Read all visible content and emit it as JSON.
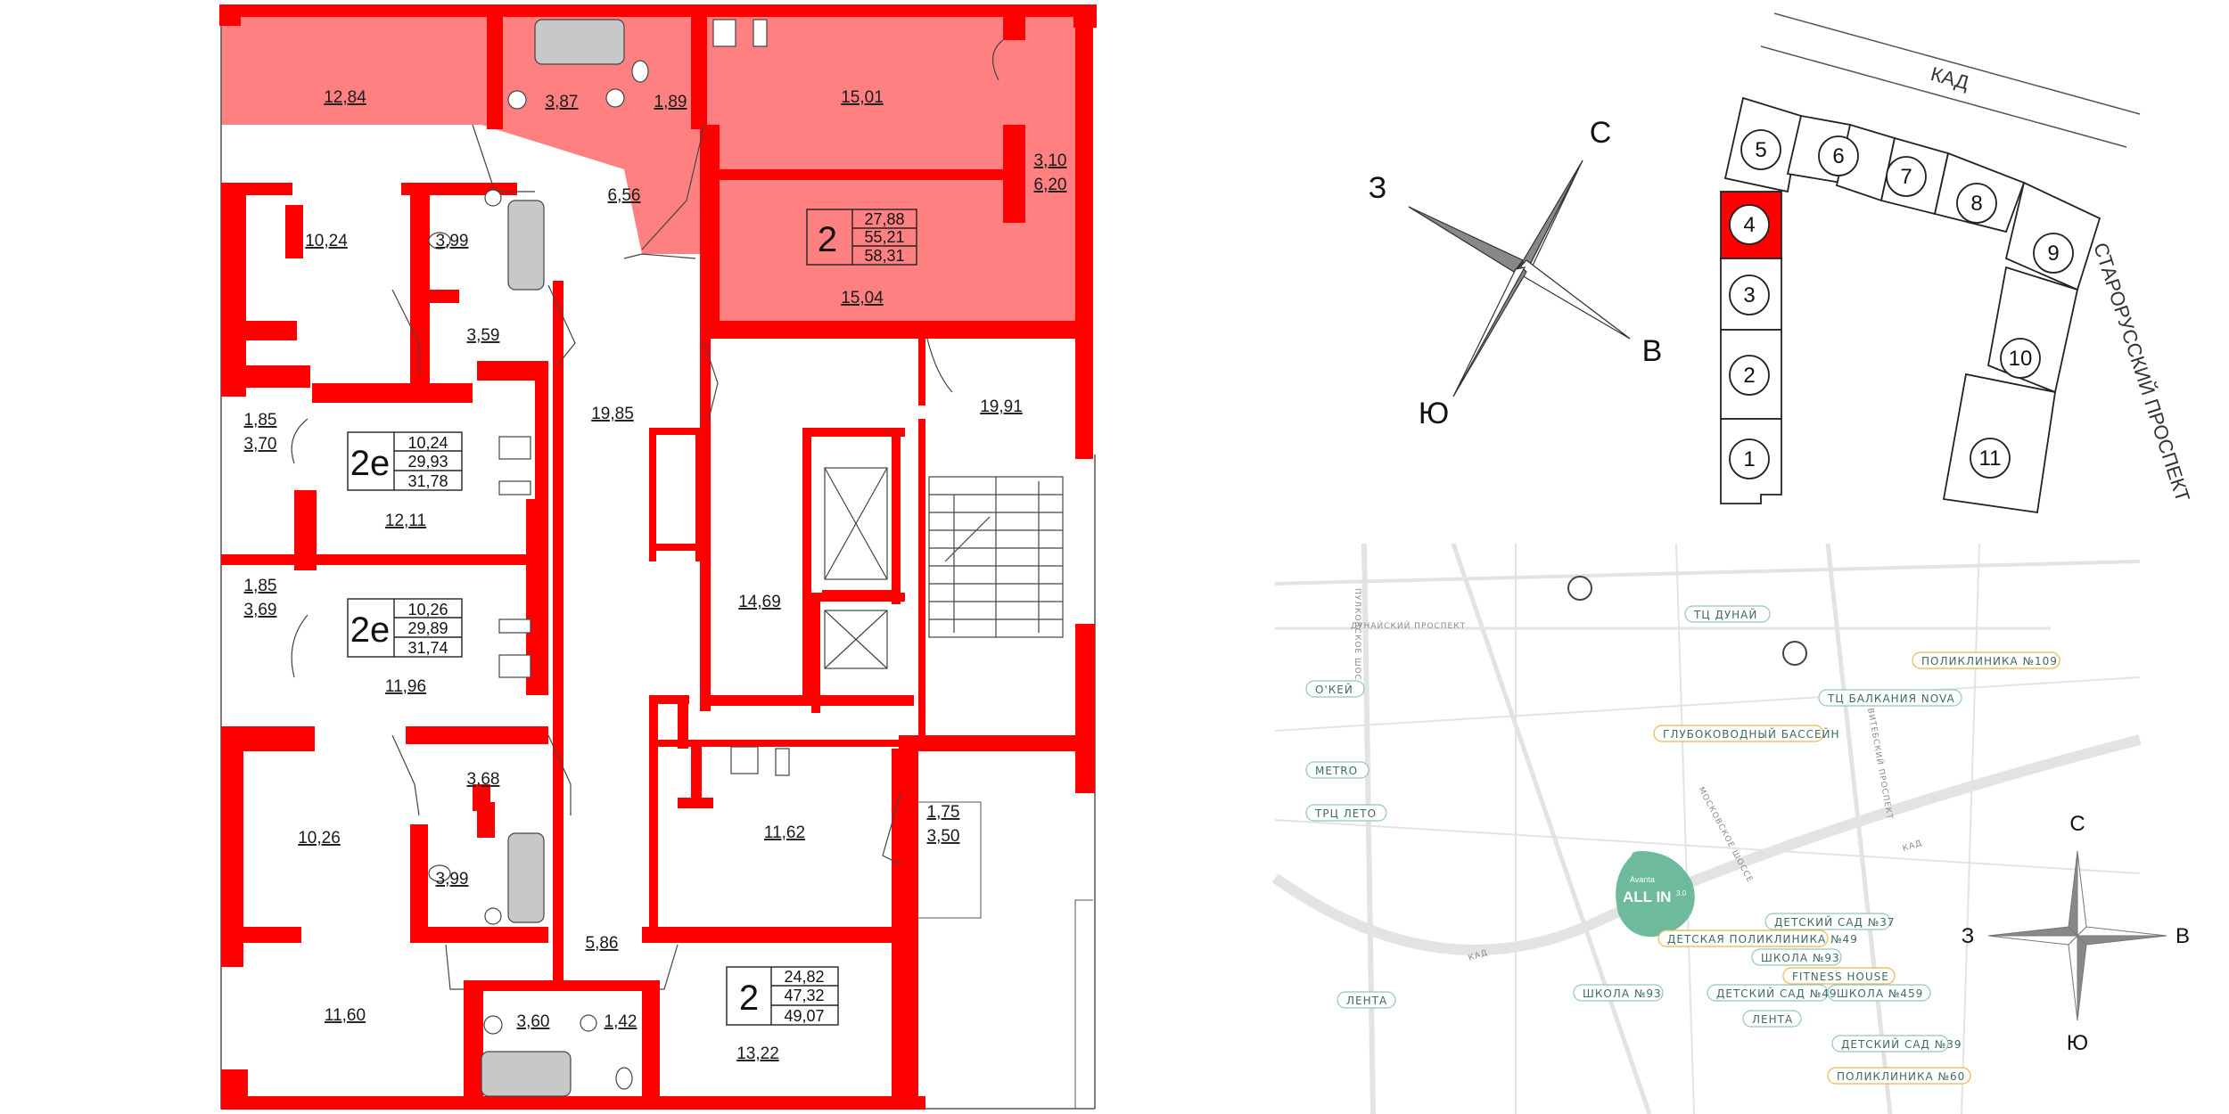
{
  "plan": {
    "rooms": [
      {
        "id": "r1",
        "label": "12,84"
      },
      {
        "id": "r2",
        "label": "3,87"
      },
      {
        "id": "r3",
        "label": "1,89"
      },
      {
        "id": "r4",
        "label": "15,01"
      },
      {
        "id": "r5",
        "label": "6,56"
      },
      {
        "id": "r6",
        "label": "3,10"
      },
      {
        "id": "r7",
        "label": "6,20"
      },
      {
        "id": "r8",
        "label": "15,04"
      },
      {
        "id": "r9",
        "label": "10,24"
      },
      {
        "id": "r10",
        "label": "3,99"
      },
      {
        "id": "r11",
        "label": "3,59"
      },
      {
        "id": "r12",
        "label": "19,85"
      },
      {
        "id": "r13",
        "label": "19,91"
      },
      {
        "id": "r14",
        "label": "1,85"
      },
      {
        "id": "r15",
        "label": "3,70"
      },
      {
        "id": "r16",
        "label": "12,11"
      },
      {
        "id": "r17",
        "label": "14,69"
      },
      {
        "id": "r18",
        "label": "1,85"
      },
      {
        "id": "r19",
        "label": "3,69"
      },
      {
        "id": "r20",
        "label": "11,96"
      },
      {
        "id": "r21",
        "label": "3,68"
      },
      {
        "id": "r22",
        "label": "11,62"
      },
      {
        "id": "r23",
        "label": "1,75"
      },
      {
        "id": "r24",
        "label": "3,50"
      },
      {
        "id": "r25",
        "label": "10,26"
      },
      {
        "id": "r26",
        "label": "3,99"
      },
      {
        "id": "r27",
        "label": "5,86"
      },
      {
        "id": "r28",
        "label": "3,60"
      },
      {
        "id": "r29",
        "label": "1,42"
      },
      {
        "id": "r30",
        "label": "11,60"
      },
      {
        "id": "r31",
        "label": "13,22"
      }
    ],
    "apartments": [
      {
        "id": "a1",
        "type": "2",
        "living": "27,88",
        "total": "55,21",
        "full": "58,31",
        "highlighted": true
      },
      {
        "id": "a2",
        "type": "2е",
        "living": "10,24",
        "total": "29,93",
        "full": "31,78",
        "highlighted": false
      },
      {
        "id": "a3",
        "type": "2е",
        "living": "10,26",
        "total": "29,89",
        "full": "31,74",
        "highlighted": false
      },
      {
        "id": "a4",
        "type": "2",
        "living": "24,82",
        "total": "47,32",
        "full": "49,07",
        "highlighted": false
      }
    ]
  },
  "compass_top": {
    "north": "С",
    "west": "З",
    "east": "В",
    "south": "Ю"
  },
  "site": {
    "road_top": "КАД",
    "road_side": "СТАРОРУССКИЙ ПРОСПЕКТ",
    "sections": [
      "1",
      "2",
      "3",
      "4",
      "5",
      "6",
      "7",
      "8",
      "9",
      "10",
      "11"
    ],
    "selected_section": "4"
  },
  "map": {
    "streets": [
      "ДУНАЙСКИЙ ПРОСПЕКТ",
      "ПУЛКОВСКОЕ ШОССЕ",
      "МОСКОВСКОЕ ШОССЕ",
      "ВИТЕБСКИЙ ПРОСПЕКТ",
      "КАД",
      "КАД"
    ],
    "places": [
      "ТЦ ДУНАЙ",
      "ПОЛИКЛИНИКА №109",
      "ТЦ БАЛКАНИЯ NOVA",
      "О'КЕЙ",
      "ГЛУБОКОВОДНЫЙ БАССЕЙН",
      "METRO",
      "ТРЦ ЛЕТО",
      "ДЕТСКИЙ САД №37",
      "ДЕТСКАЯ ПОЛИКЛИНИКА №49",
      "ШКОЛА №93",
      "FITNESS HOUSE",
      "ШКОЛА №93",
      "ДЕТСКИЙ САД №49",
      "ШКОЛА №459",
      "ЛЕНТА",
      "ЛЕНТА",
      "ДЕТСКИЙ САД №39",
      "ПОЛИКЛИНИКА №60"
    ],
    "project_small": "Avanta",
    "project_name": "ALL IN",
    "project_version": "3.0"
  },
  "compass_map": {
    "north": "С",
    "west": "З",
    "east": "В",
    "south": "Ю"
  },
  "colors": {
    "wall": "#ff0000",
    "apartment_fill": "#ff8080",
    "map_teal": "#6dbb9c",
    "map_yellow": "#e8b84a"
  }
}
